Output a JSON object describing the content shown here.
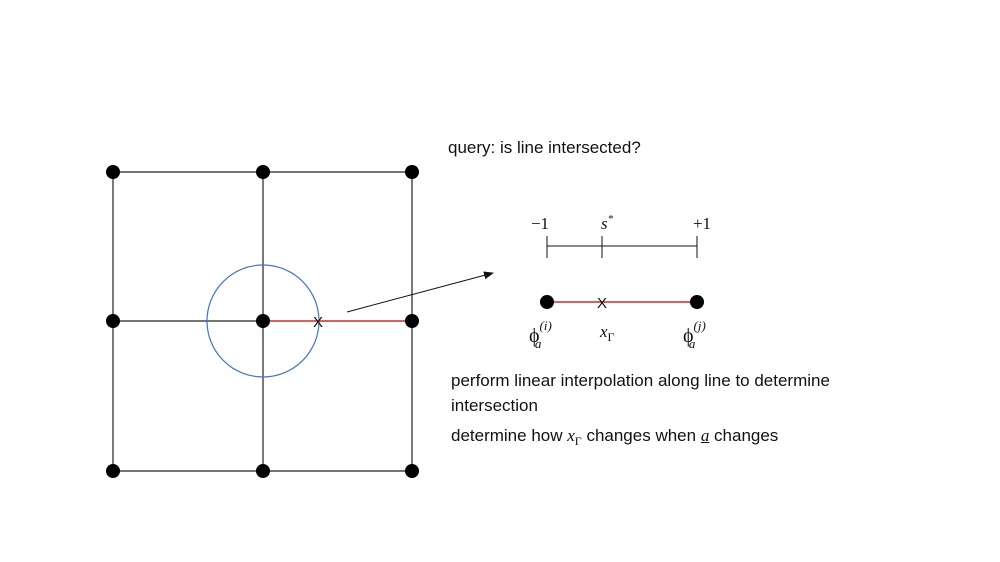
{
  "colors": {
    "grid": "#222222",
    "node": "#000000",
    "circle": "#4472c4",
    "segment": "#c00000"
  },
  "query": {
    "text": "query: is line intersected?"
  },
  "scale": {
    "left": "−1",
    "mid": "s",
    "mid_sup": "*",
    "right": "+1"
  },
  "zoom": {
    "cross": "X",
    "left_phi": "ϕ",
    "left_sub": "a",
    "left_sup": "(i)",
    "mid_x": "x",
    "mid_sub": "Γ",
    "right_phi": "ϕ",
    "right_sub": "a",
    "right_sup": "(j)"
  },
  "grid_cross": "X",
  "notes": {
    "line1": "perform linear interpolation along line to determine intersection",
    "line2_prefix": "determine how ",
    "line2_x": "x",
    "line2_sub": "Γ",
    "line2_mid": " changes when ",
    "line2_a": "a",
    "line2_suffix": " changes"
  }
}
